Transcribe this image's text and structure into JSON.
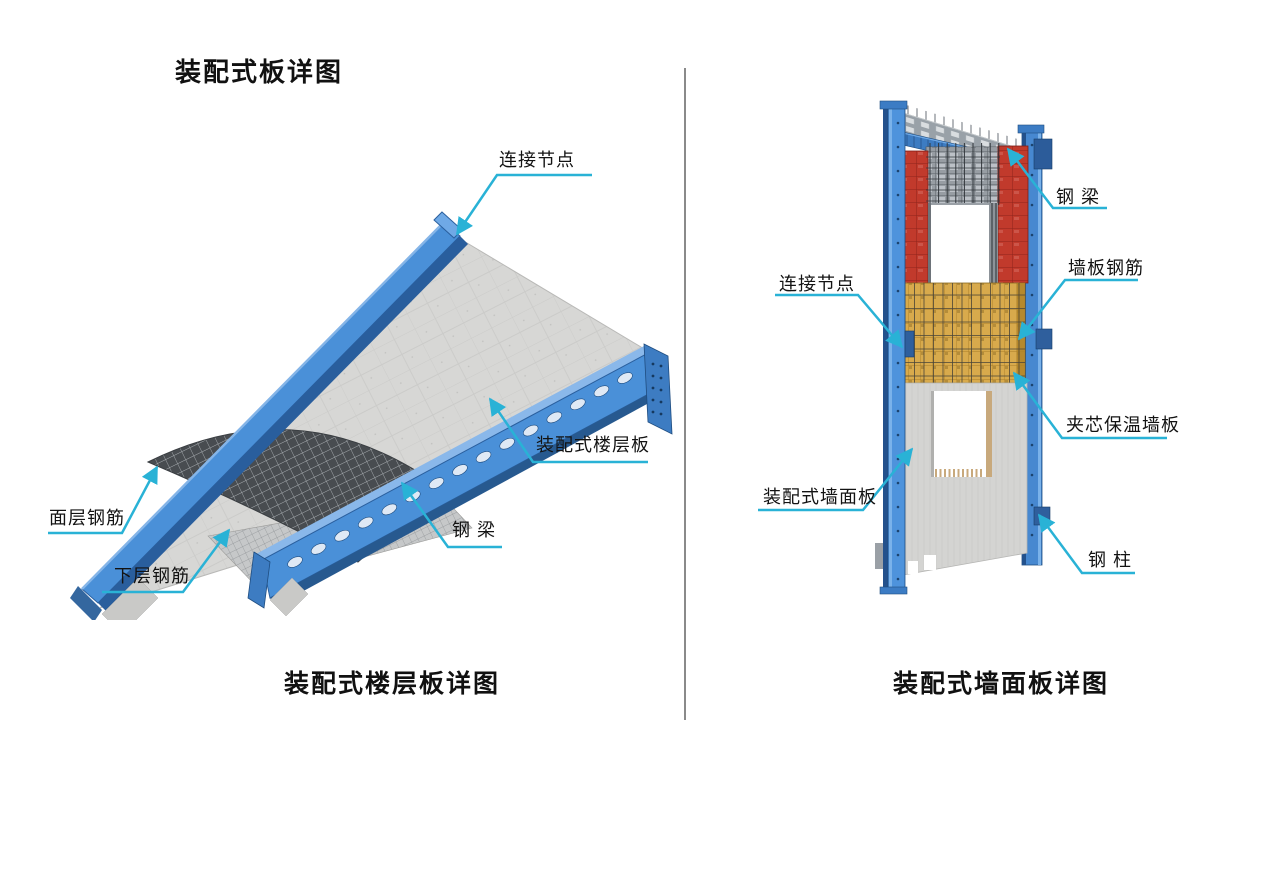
{
  "page": {
    "title": "装配式板详图"
  },
  "colors": {
    "leader_line": "#29b2d6",
    "steel_blue": "#4a90d8",
    "steel_blue_dark": "#2a5f9e",
    "concrete_gray": "#d6d6d4",
    "rebar_mesh_dark": "#484c50",
    "red_block": "#c13a2c",
    "sandwich_yellow": "#d8aa4c",
    "gray_steel_beam": "#99a1a8"
  },
  "left_figure": {
    "caption": "装配式楼层板详图",
    "labels": {
      "connection_node": "连接节点",
      "floor_panel": "装配式楼层板",
      "steel_beam": "钢 梁",
      "top_rebar": "面层钢筋",
      "bottom_rebar": "下层钢筋"
    }
  },
  "right_figure": {
    "caption": "装配式墙面板详图",
    "labels": {
      "steel_beam": "钢 梁",
      "wall_rebar": "墙板钢筋",
      "connection_node": "连接节点",
      "sandwich_panel": "夹芯保温墙板",
      "wall_panel": "装配式墙面板",
      "steel_column": "钢 柱"
    }
  }
}
